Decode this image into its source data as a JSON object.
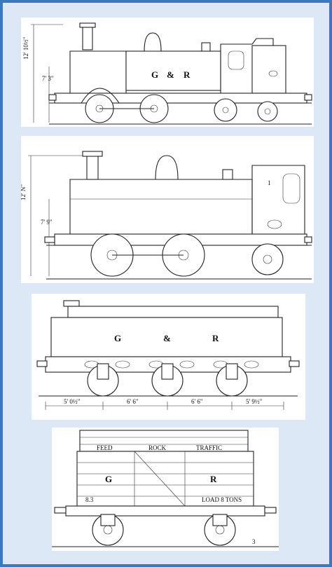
{
  "drawing1": {
    "height_dim": "12' 10½\"",
    "boiler_dim": "7' 3\"",
    "lettering": [
      "G",
      "&",
      "R"
    ]
  },
  "drawing2": {
    "height_dim": "12' N\"",
    "boiler_dim": "7' 9\"",
    "cab_number": "1"
  },
  "drawing3": {
    "lettering": [
      "G",
      "&",
      "R"
    ],
    "dims": [
      "5' 0½\"",
      "6' 6\"",
      "6' 6\"",
      "5' 9½\""
    ]
  },
  "drawing4": {
    "board_text": [
      "FEED",
      "ROCK",
      "TRAFFIC"
    ],
    "lettering": [
      "G",
      "R"
    ],
    "side_left": "8.3",
    "side_right": "LOAD 8 TONS",
    "corner_mark": "3"
  },
  "colors": {
    "frame_border": "#3b78c4",
    "frame_bg": "#dce8f5"
  }
}
